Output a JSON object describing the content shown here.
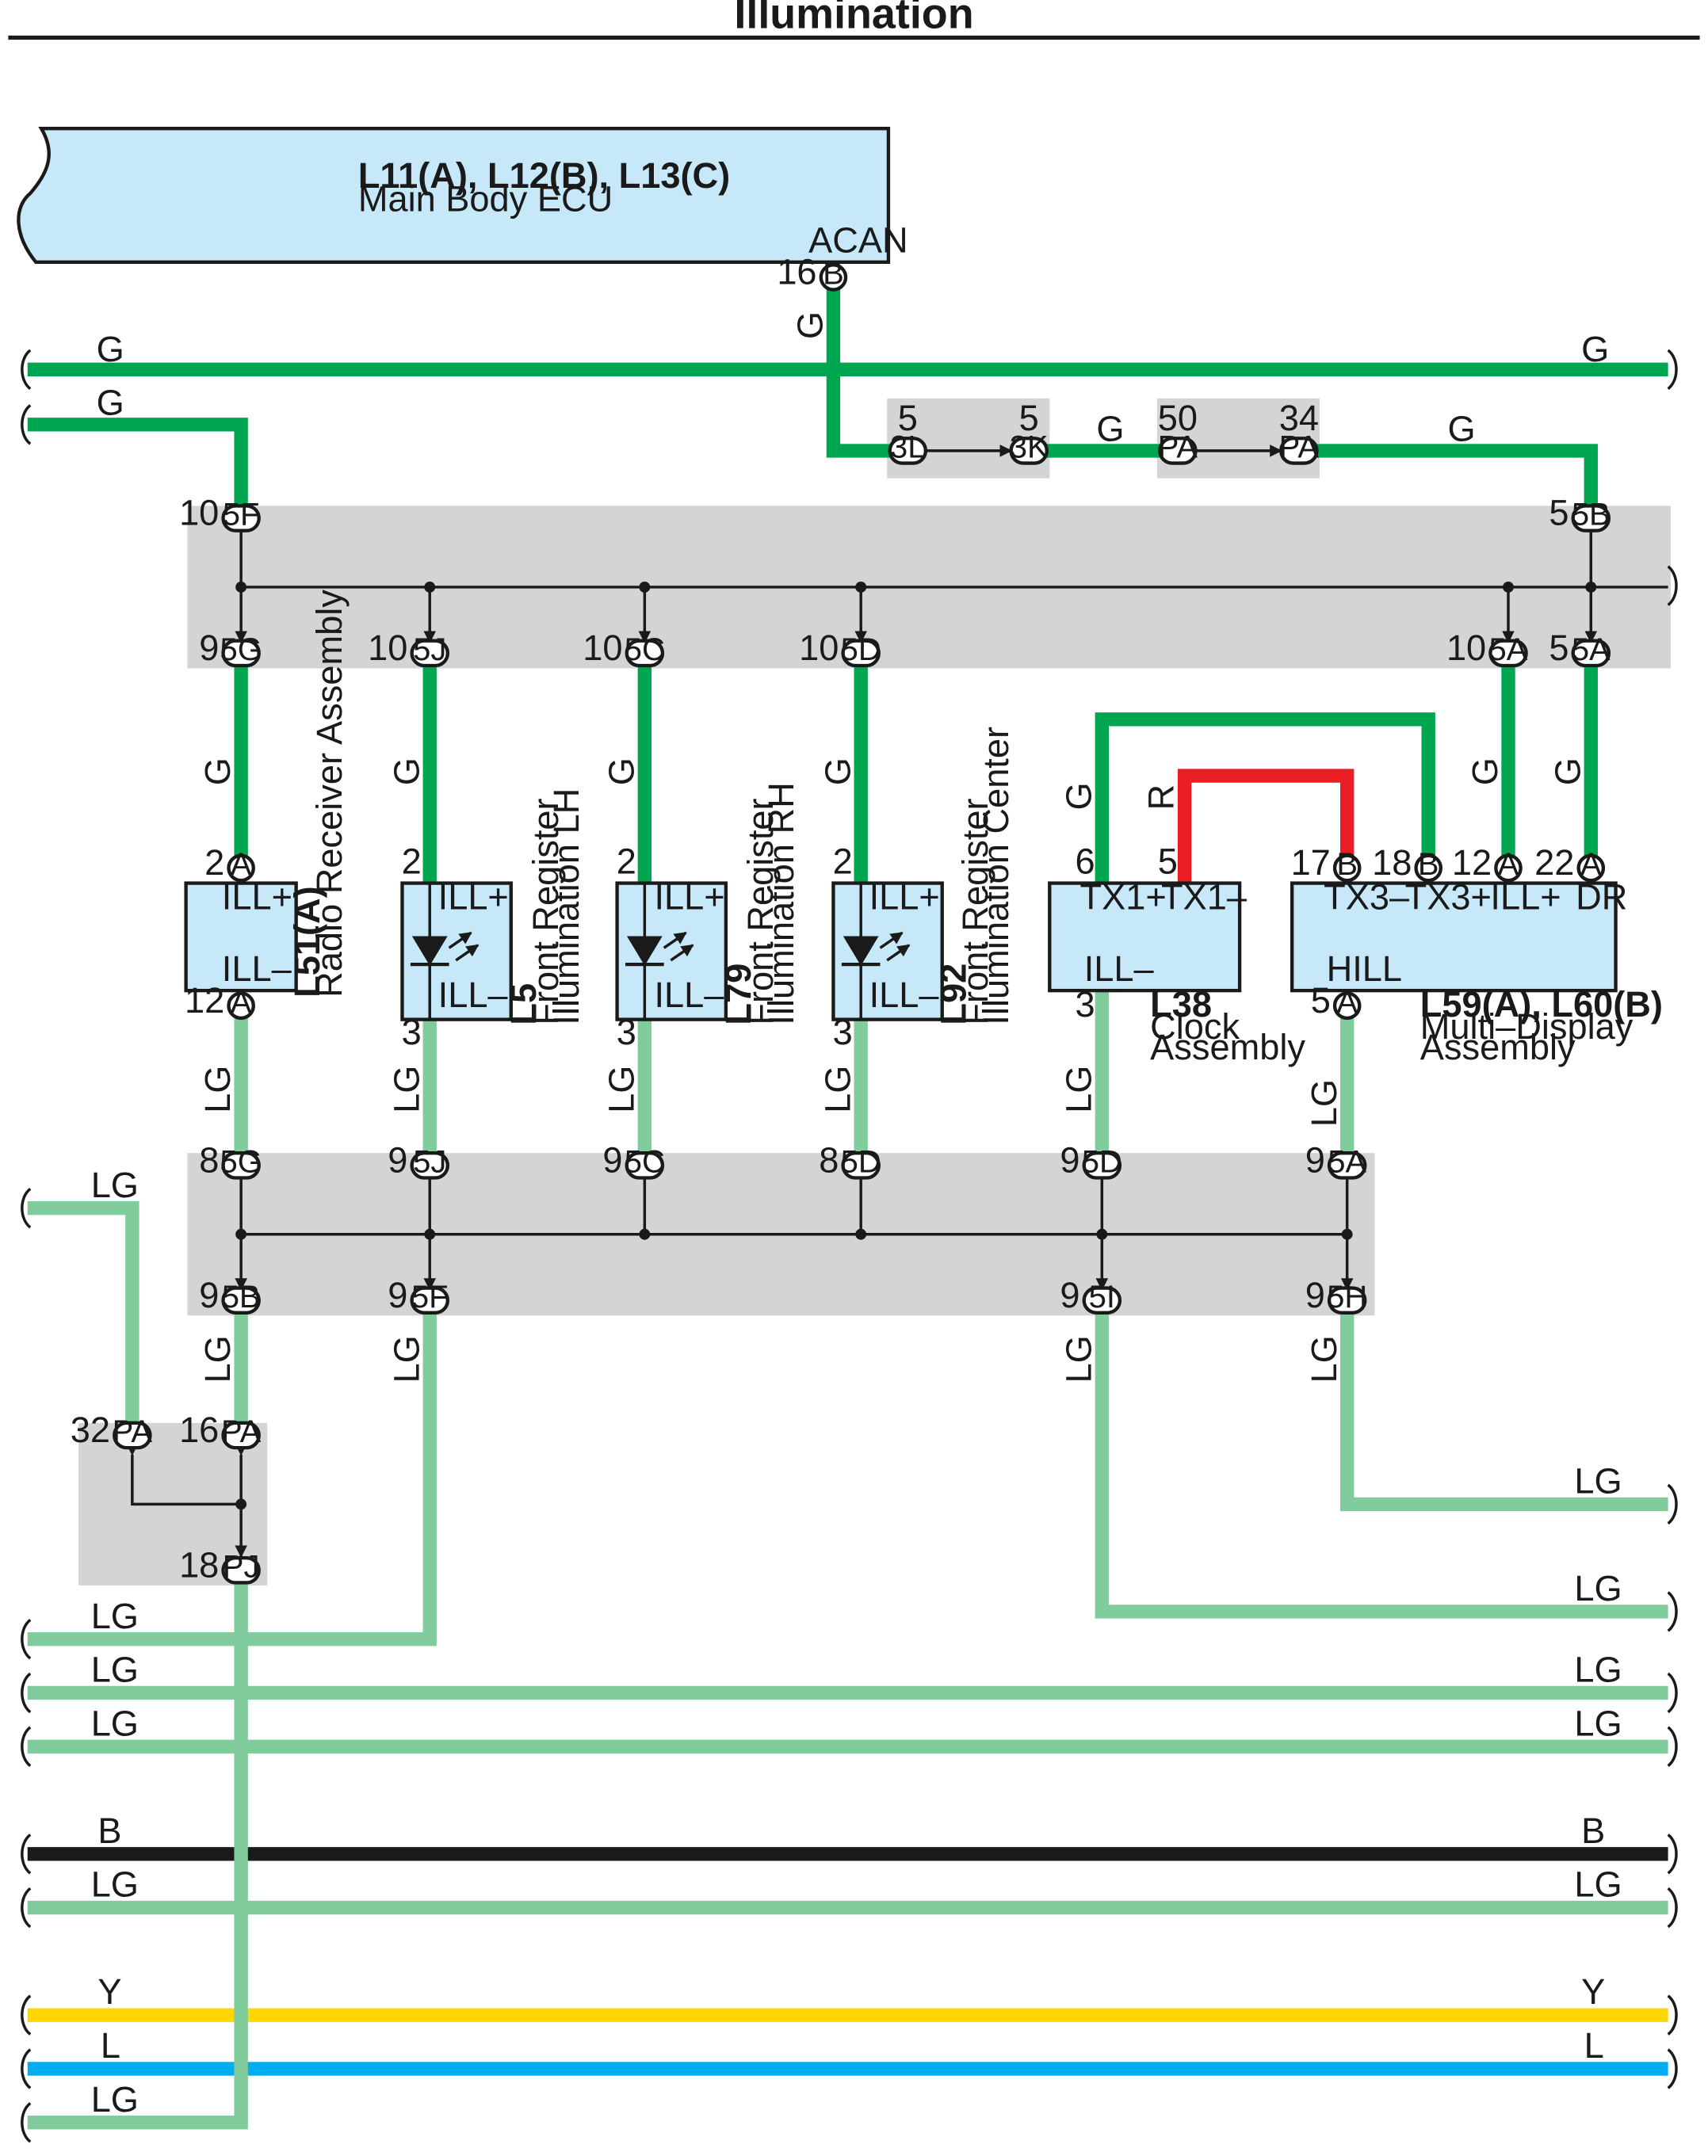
{
  "title": "Illumination",
  "colors": {
    "G": "#00a64f",
    "LG": "#80cc9c",
    "R": "#ec1c24",
    "B": "#1a1a1a",
    "Y": "#ffd700",
    "L": "#00aeef",
    "component_fill": "#c6e8f8",
    "junction_fill": "#d4d4d6"
  },
  "wire_labels": {
    "G": "G",
    "LG": "LG",
    "R": "R",
    "B": "B",
    "Y": "Y",
    "L": "L"
  },
  "components": {
    "ecu": {
      "id": "L11(A), L12(B), L13(C)",
      "name": "Main Body ECU",
      "pin_name": "ACAN",
      "pin_no": "16",
      "connector": "B"
    },
    "radio": {
      "id": "L51(A)",
      "name": "Radio Receiver Assembly",
      "pin_plus": "ILL+",
      "pin_minus": "ILL–",
      "pin_plus_no": "2",
      "pin_minus_no": "12",
      "connector": "A"
    },
    "reg_lh": {
      "id": "L5",
      "name_line1": "Front Register",
      "name_line2": "Illumination LH",
      "pin_plus": "ILL+",
      "pin_minus": "ILL–",
      "pin_plus_no": "2",
      "pin_minus_no": "3"
    },
    "reg_rh": {
      "id": "L79",
      "name_line1": "Front Register",
      "name_line2": "Illumination RH",
      "pin_plus": "ILL+",
      "pin_minus": "ILL–",
      "pin_plus_no": "2",
      "pin_minus_no": "3"
    },
    "reg_center": {
      "id": "L92",
      "name_line1": "Front Register",
      "name_line2": "Illumination Center",
      "pin_plus": "ILL+",
      "pin_minus": "ILL–",
      "pin_plus_no": "2",
      "pin_minus_no": "3"
    },
    "clock": {
      "id": "L38",
      "name_line1": "Clock",
      "name_line2": "Assembly",
      "pin_tx1p": "TX1+",
      "pin_tx1m": "TX1–",
      "pin_ill": "ILL–",
      "pin_tx1p_no": "6",
      "pin_tx1m_no": "5",
      "pin_ill_no": "3"
    },
    "mfd": {
      "id": "L59(A), L60(B)",
      "name_line1": "Multi–Display",
      "name_line2": "Assembly",
      "pin_tx3m": "TX3–",
      "pin_tx3p": "TX3+",
      "pin_illp": "ILL+",
      "pin_dr": "DR",
      "pin_hill": "HILL",
      "pin_tx3m_no": "17",
      "pin_tx3p_no": "18",
      "pin_illp_no": "12",
      "pin_dr_no": "22",
      "pin_hill_no": "5",
      "conn_b": "B",
      "conn_a": "A"
    }
  },
  "junctions": {
    "j3l": {
      "pin": "5",
      "connector": "3L"
    },
    "j3k": {
      "pin": "5",
      "connector": "3K"
    },
    "jpa50": {
      "pin": "50",
      "connector": "PA"
    },
    "jpa34": {
      "pin": "34",
      "connector": "PA"
    },
    "upper": [
      {
        "pin": "10",
        "connector": "5F"
      },
      {
        "pin": "5",
        "connector": "5B"
      },
      {
        "pin": "9",
        "connector": "5G"
      },
      {
        "pin": "10",
        "connector": "5J"
      },
      {
        "pin": "10",
        "connector": "5C"
      },
      {
        "pin": "10",
        "connector": "5D"
      },
      {
        "pin": "10",
        "connector": "5A"
      },
      {
        "pin": "5",
        "connector": "5A"
      }
    ],
    "lower": [
      {
        "pin": "8",
        "connector": "5G"
      },
      {
        "pin": "9",
        "connector": "5J"
      },
      {
        "pin": "9",
        "connector": "5C"
      },
      {
        "pin": "8",
        "connector": "5D"
      },
      {
        "pin": "9",
        "connector": "5D"
      },
      {
        "pin": "9",
        "connector": "5A"
      },
      {
        "pin": "9",
        "connector": "5B"
      },
      {
        "pin": "9",
        "connector": "5F"
      },
      {
        "pin": "9",
        "connector": "5I"
      },
      {
        "pin": "9",
        "connector": "5H"
      }
    ],
    "pa_group": [
      {
        "pin": "32",
        "connector": "PA"
      },
      {
        "pin": "16",
        "connector": "PA"
      },
      {
        "pin": "18",
        "connector": "PJ"
      }
    ]
  }
}
